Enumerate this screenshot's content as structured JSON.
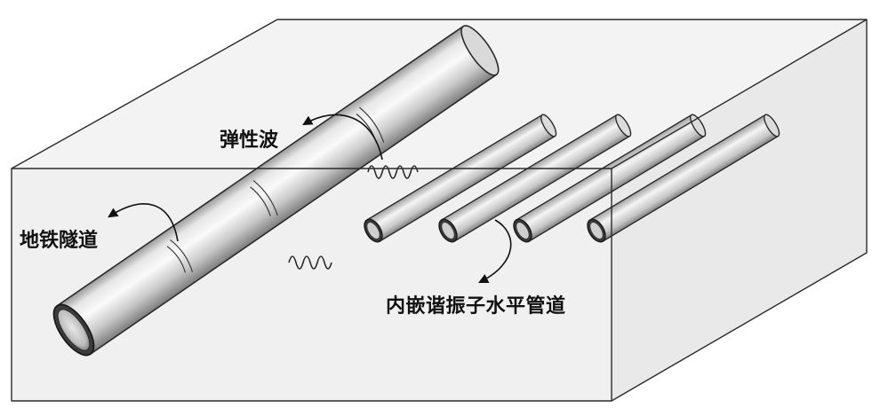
{
  "labels": {
    "elastic_wave": "弹性波",
    "subway_tunnel": "地铁隧道",
    "embedded_pipes": "内嵌谐振子水平管道"
  },
  "colors": {
    "outline": "#2a2a2a",
    "pipe_light": "#f4f4f4",
    "pipe_mid": "#c4c4c4",
    "pipe_dark": "#7a7a7a",
    "pipe_inner": "#5a5a5a",
    "block_fill": "#eeeeee"
  },
  "elements": {
    "pipe_count": 4,
    "wave_markers": 3
  }
}
